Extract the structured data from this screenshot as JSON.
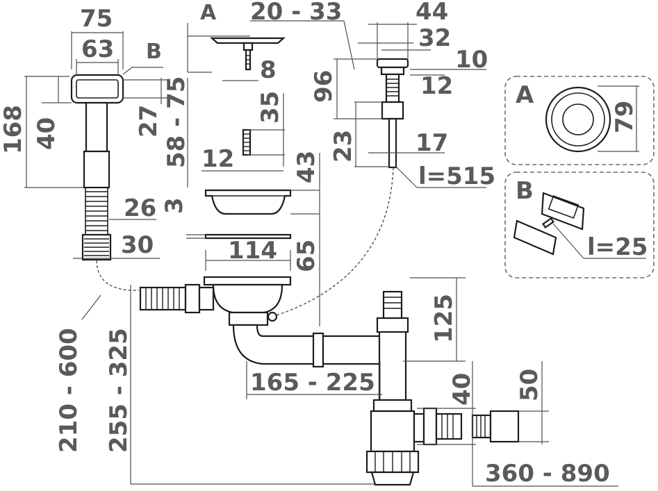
{
  "dimensions": {
    "d75": "75",
    "d63": "63",
    "d168": "168",
    "d40_left": "40",
    "d27": "27",
    "d58_75": "58 - 75",
    "d26": "26",
    "d30": "30",
    "d210_600": "210 - 600",
    "d255_325": "255 - 325",
    "d8": "8",
    "d35": "35",
    "d12_screw": "12",
    "d43": "43",
    "d3": "3",
    "d114": "114",
    "d65": "65",
    "d20_33": "20 - 33",
    "d44": "44",
    "d32": "32",
    "d10": "10",
    "d96": "96",
    "d12_right": "12",
    "d23": "23",
    "d17": "17",
    "l515": "l=515",
    "d125": "125",
    "d165_225": "165 - 225",
    "d40_bottom": "40",
    "d50": "50",
    "d360_890": "360 - 890",
    "d79": "79",
    "l25": "l=25"
  },
  "labels": {
    "a_top": "A",
    "b_top": "B",
    "a_box": "A",
    "b_box": "B"
  }
}
